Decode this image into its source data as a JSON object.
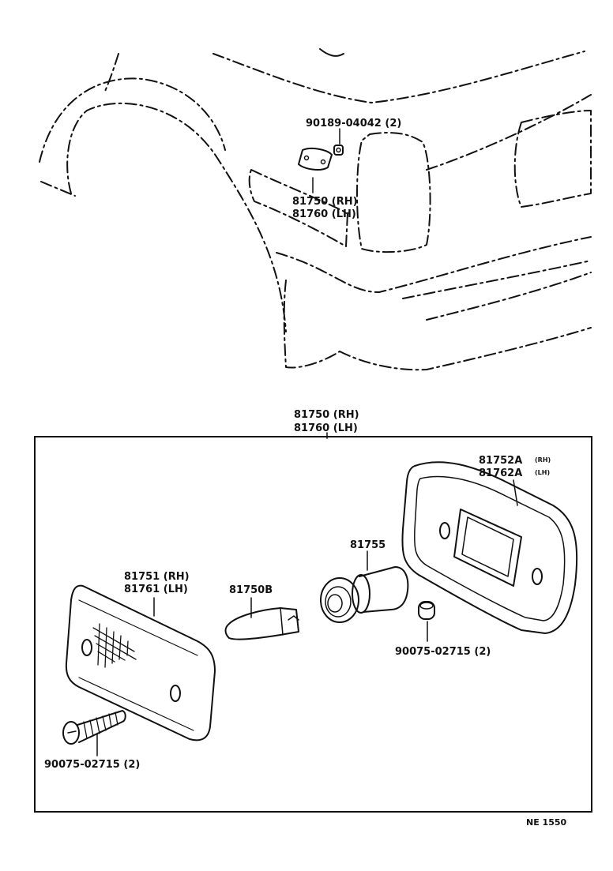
{
  "labels": {
    "nut": "90189-04042 (2)",
    "lamp_rh_top": "81750 (RH)",
    "lamp_lh_top": "81760 (LH)",
    "assy_rh": "81750 (RH)",
    "assy_lh": "81760 (LH)",
    "gasket_rh": "81752A",
    "gasket_rh_suffix": "(RH)",
    "gasket_lh": "81762A",
    "gasket_lh_suffix": "(LH)",
    "socket": "81755",
    "lens_rh": "81751 (RH)",
    "lens_lh": "81761 (LH)",
    "bulb": "81750B",
    "nut_small": "90075-02715 (2)",
    "screw": "90075-02715 (2)",
    "ref": "NE  1550"
  }
}
